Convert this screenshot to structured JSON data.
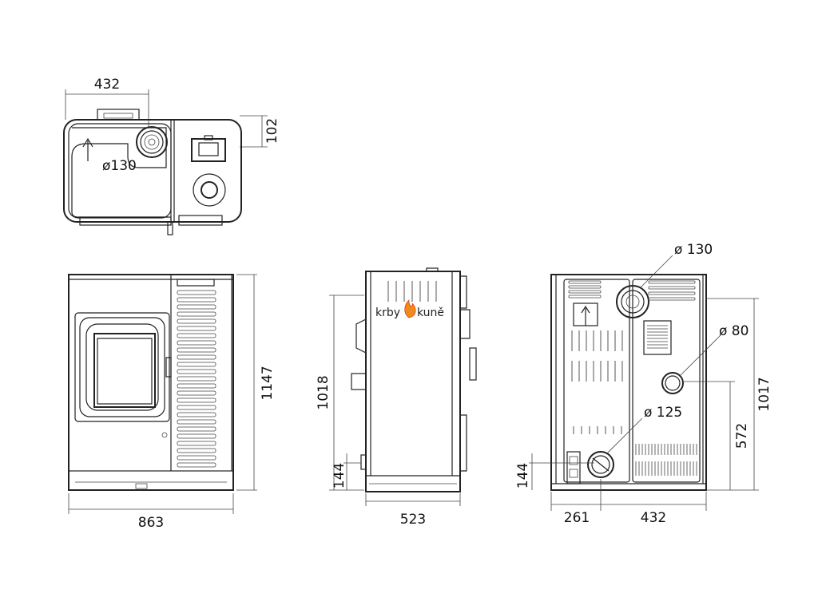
{
  "top_view": {
    "width_label": "432",
    "offset_label": "102",
    "flue_label": "ø130"
  },
  "front_view": {
    "height_label": "1147",
    "width_label": "863"
  },
  "side_view": {
    "height_label": "1018",
    "inlet_height_label": "144",
    "depth_label": "523",
    "logo_left": "krby",
    "logo_right": "kuně"
  },
  "rear_view": {
    "flue_label": "ø 130",
    "air_label": "ø 80",
    "outlet_label": "ø 125",
    "height_label": "1017",
    "outlet_height_label": "572",
    "inlet_height_label": "144",
    "left_offset_label": "261",
    "width_label": "432"
  },
  "colors": {
    "line": "#222222",
    "flame_orange": "#f08a1c",
    "flame_red": "#d9401a"
  }
}
